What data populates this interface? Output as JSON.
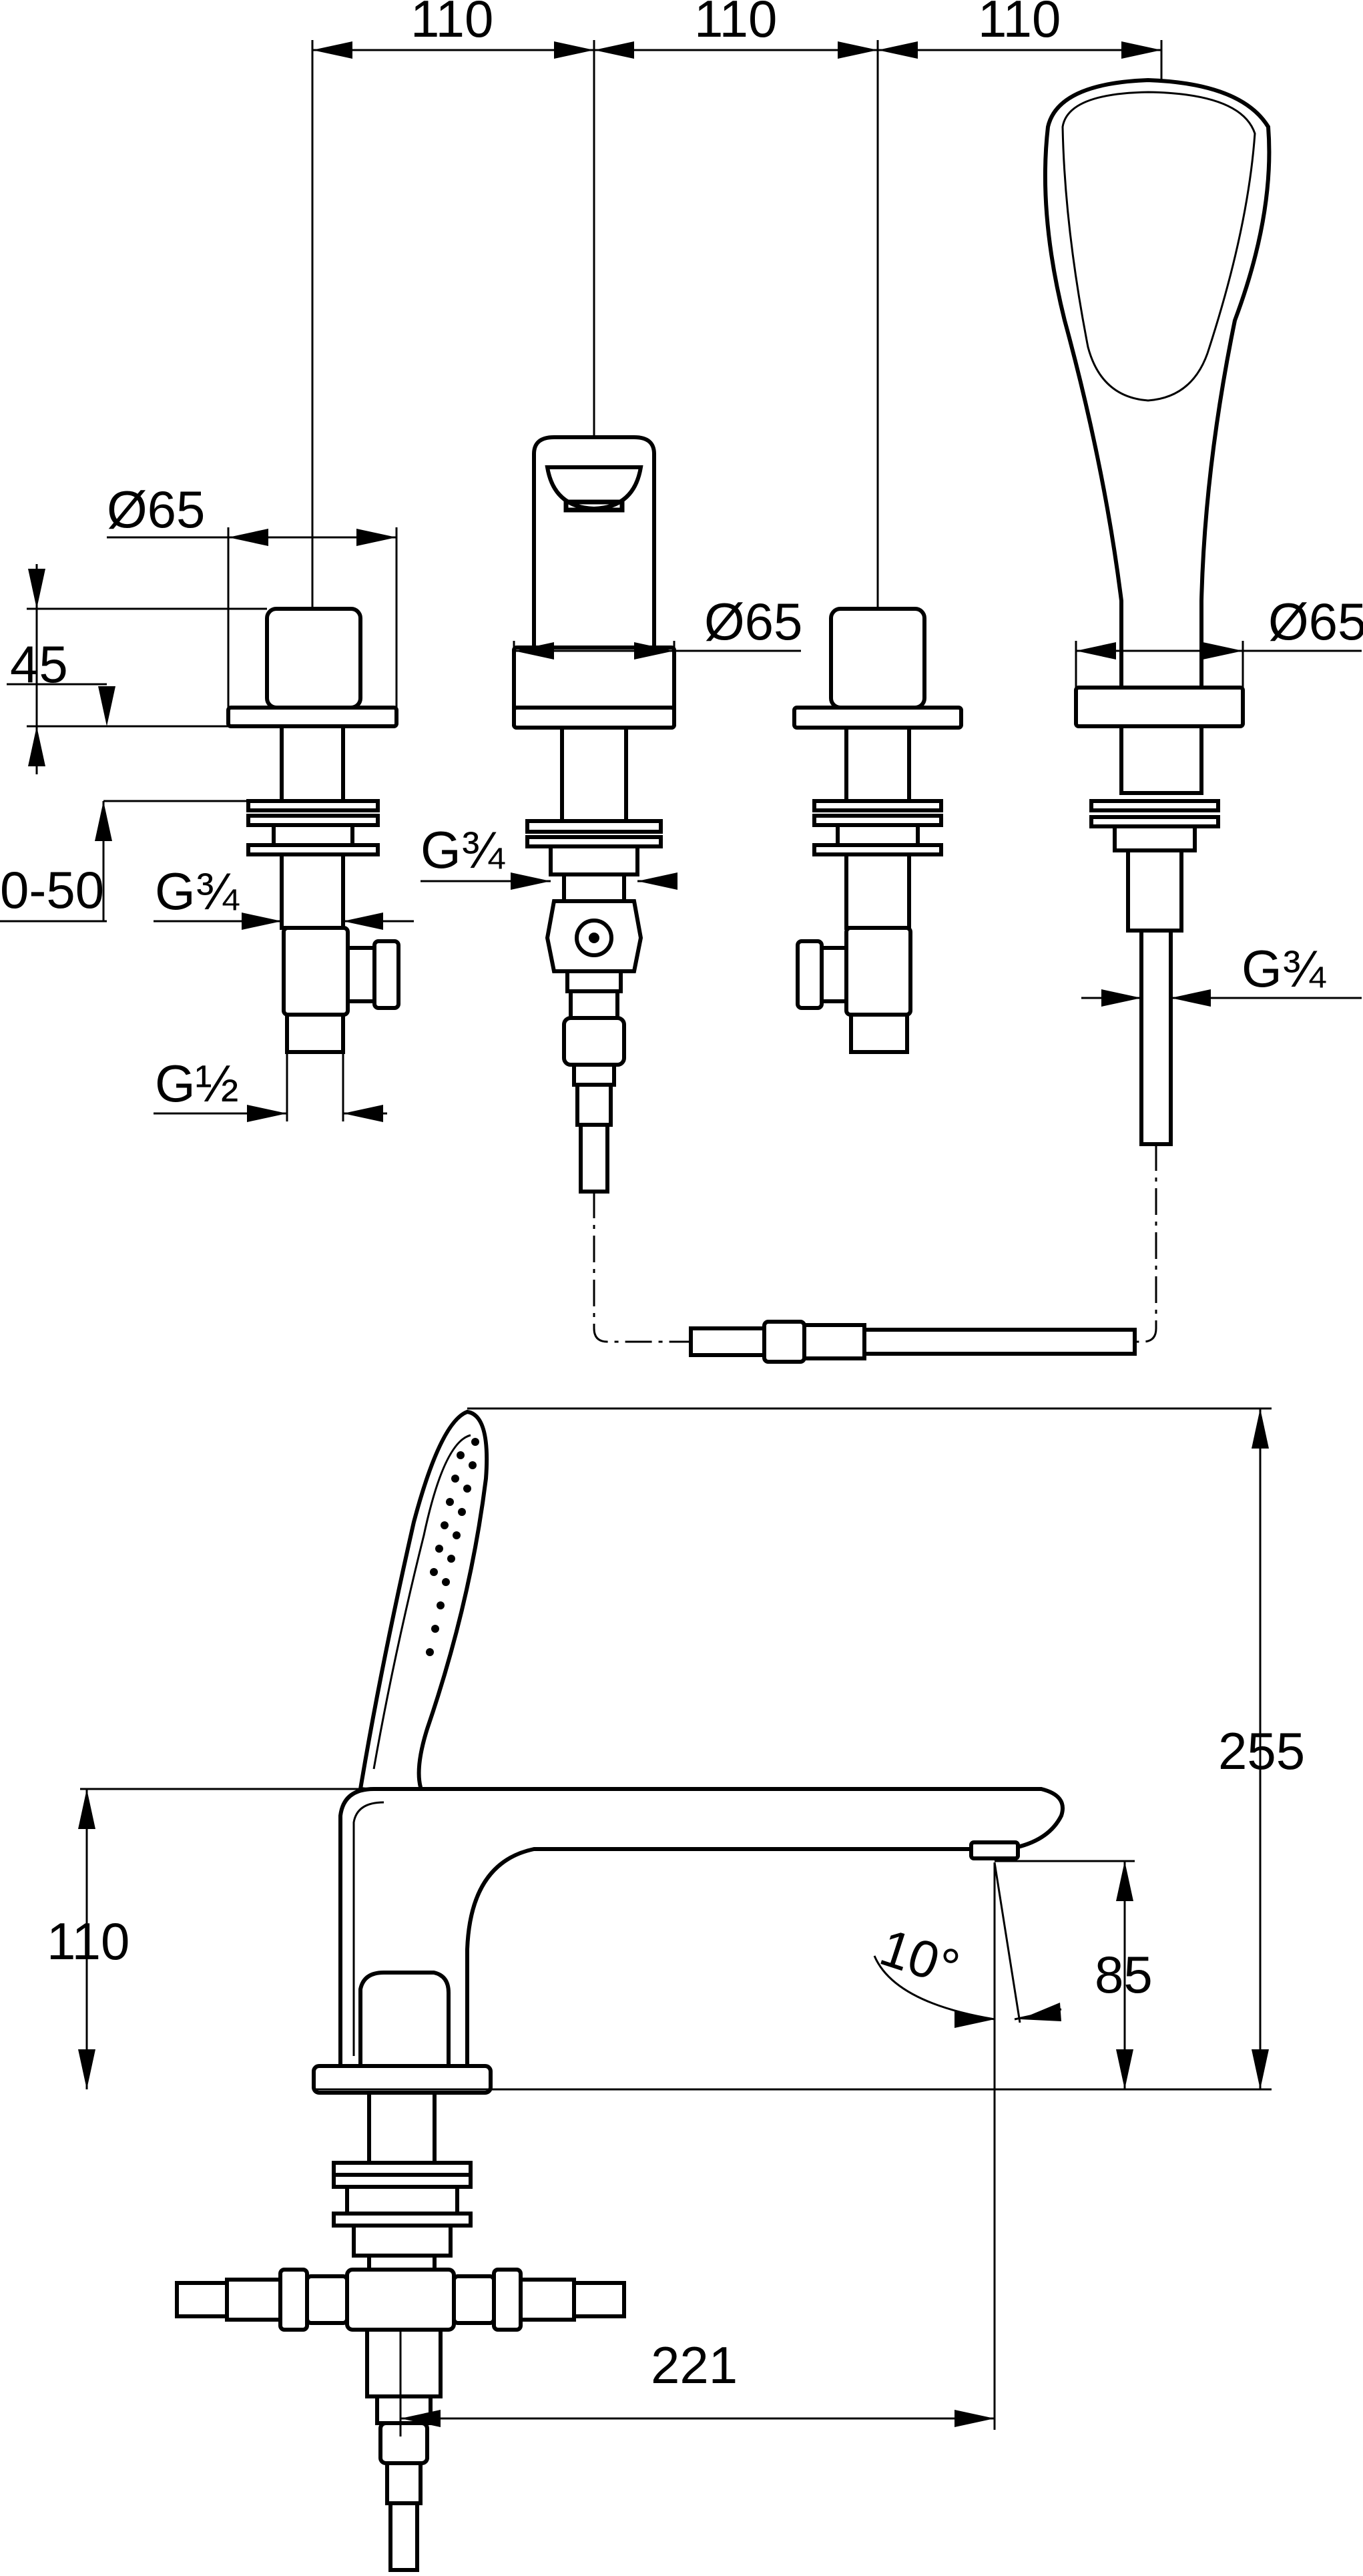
{
  "dimensions": {
    "spacing_1": "110",
    "spacing_2": "110",
    "spacing_3": "110",
    "diameter_left": "Ø65",
    "diameter_spout": "Ø65",
    "diameter_shower": "Ø65",
    "height_handle": "45",
    "deck_thickness": "0-50",
    "thread_left_upper": "G¾",
    "thread_left_lower": "G½",
    "thread_spout": "G¾",
    "thread_shower": "G¾",
    "total_height": "255",
    "spout_height": "110",
    "outlet_height": "85",
    "spout_angle": "10°",
    "projection": "221"
  }
}
